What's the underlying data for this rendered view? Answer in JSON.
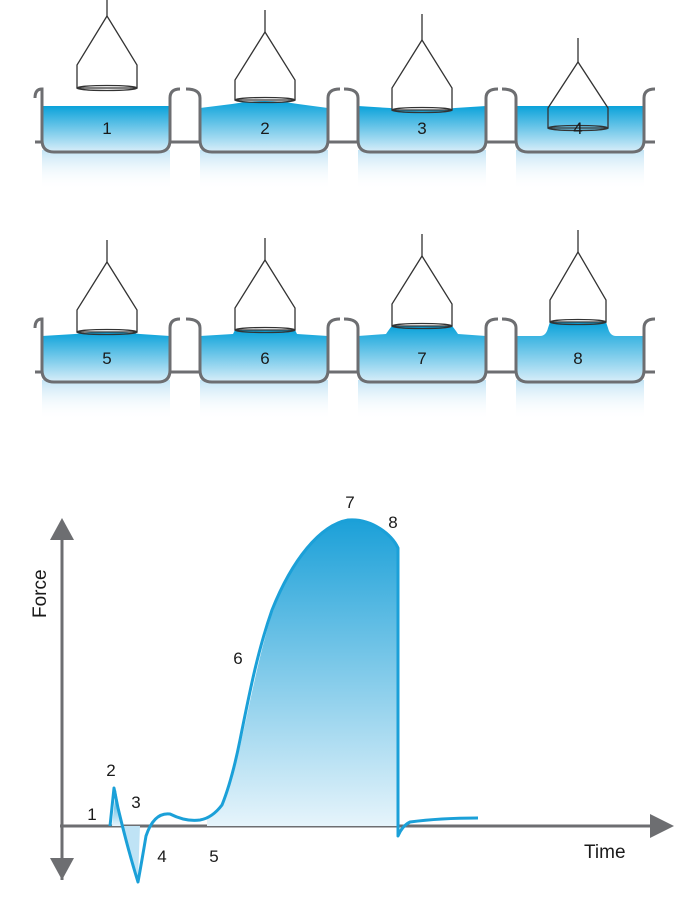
{
  "stages": [
    {
      "label": "1"
    },
    {
      "label": "2"
    },
    {
      "label": "3"
    },
    {
      "label": "4"
    },
    {
      "label": "5"
    },
    {
      "label": "6"
    },
    {
      "label": "7"
    },
    {
      "label": "8"
    }
  ],
  "graph": {
    "y_axis_label": "Force",
    "x_axis_label": "Time",
    "point_labels": [
      "1",
      "2",
      "3",
      "4",
      "5",
      "6",
      "7",
      "8"
    ]
  },
  "colors": {
    "water_top": "#00a3dc",
    "water_bottom": "#d8eef9",
    "curve": "#1ba0d8",
    "vessel": "#6d6e71",
    "axis": "#6d6e71"
  }
}
